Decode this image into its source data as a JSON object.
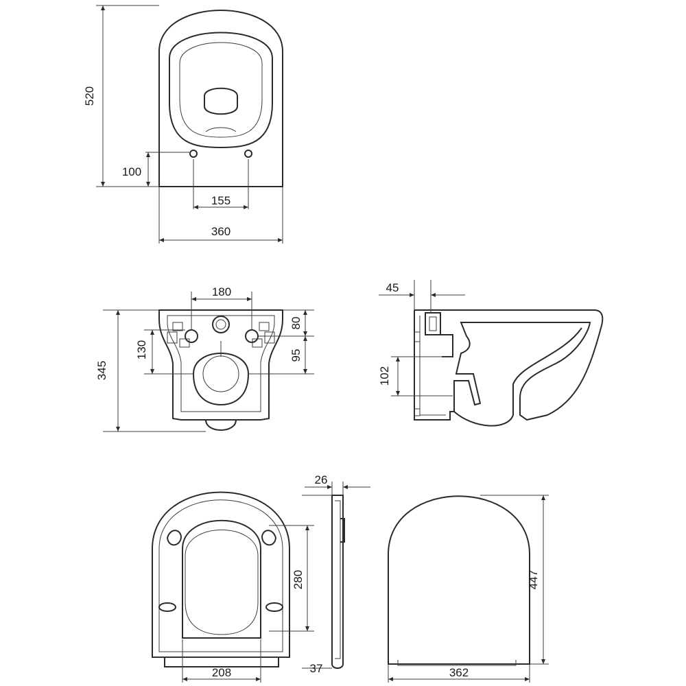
{
  "dimensions": {
    "top_view": {
      "height": "520",
      "hole_offset": "100",
      "hole_spacing": "155",
      "width": "360"
    },
    "rear_view": {
      "mount_spacing": "180",
      "top_offset": "80",
      "mount_height": "130",
      "outlet_offset": "95",
      "height": "345"
    },
    "side_view": {
      "outlet_projection": "45",
      "outlet_height": "102"
    },
    "seat_view": {
      "thickness": "26",
      "hinge_distance": "280",
      "hinge_width": "208",
      "side_height": "37",
      "length": "447",
      "width": "362"
    }
  },
  "colors": {
    "line": "#2a2a2a",
    "background": "#ffffff"
  }
}
